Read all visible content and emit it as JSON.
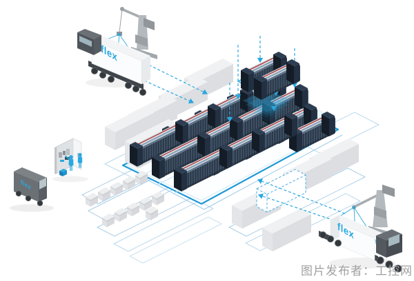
{
  "caption": {
    "text": "图片发布者：工控网",
    "color": "#A0A0A0"
  },
  "brand": {
    "name": "flex",
    "color": "#2BA8E0"
  },
  "vehicles": {
    "truck_top_left": {
      "label": "flex"
    },
    "truck_bottom_right": {
      "label": "flex"
    },
    "van": {
      "label": "flex"
    }
  },
  "palette": {
    "accent_blue": "#2BA8E0",
    "platform_blue": "#1F99D6",
    "rack_navy": "#2C3A4B",
    "rack_red": "#B03A36",
    "rack_top_gray": "#C5CED8",
    "container_gray": "#EFF0F2",
    "machinery_gray": "#B3B8BC",
    "wireframe_blue": "#A6CCE6",
    "caption_gray": "#A0A0A0"
  },
  "inventory": {
    "server_rack_rows_on_platform": 13,
    "floating_rack_rows": 2,
    "solid_containers": 9,
    "outlined_containers": 1,
    "small_crates": 11,
    "workers": 2,
    "cranes": 2,
    "trucks": 2,
    "vans": 1
  }
}
